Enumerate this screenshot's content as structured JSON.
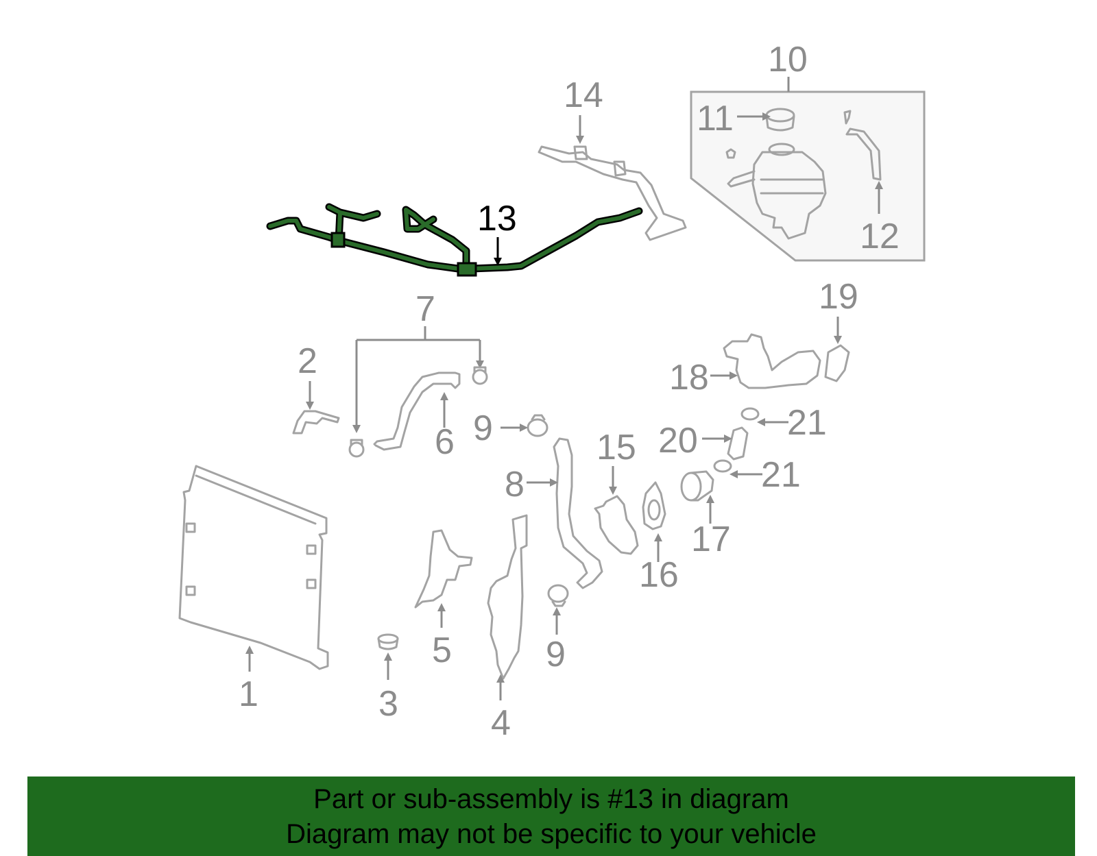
{
  "diagram": {
    "callouts": [
      "1",
      "2",
      "3",
      "4",
      "5",
      "6",
      "7",
      "8",
      "9",
      "9",
      "10",
      "11",
      "12",
      "13",
      "14",
      "15",
      "16",
      "17",
      "18",
      "19",
      "20",
      "21",
      "21"
    ],
    "highlighted_part": "13"
  },
  "banner": {
    "line1": "Part or sub-assembly is #13 in diagram",
    "line2": "Diagram may not be specific to your vehicle"
  },
  "colors": {
    "highlight": "#2a6b2a",
    "banner_bg": "#1e6b1e",
    "part_line": "#a3a3a3",
    "callout_text": "#8c8c8c",
    "highlight_text": "#000000"
  }
}
